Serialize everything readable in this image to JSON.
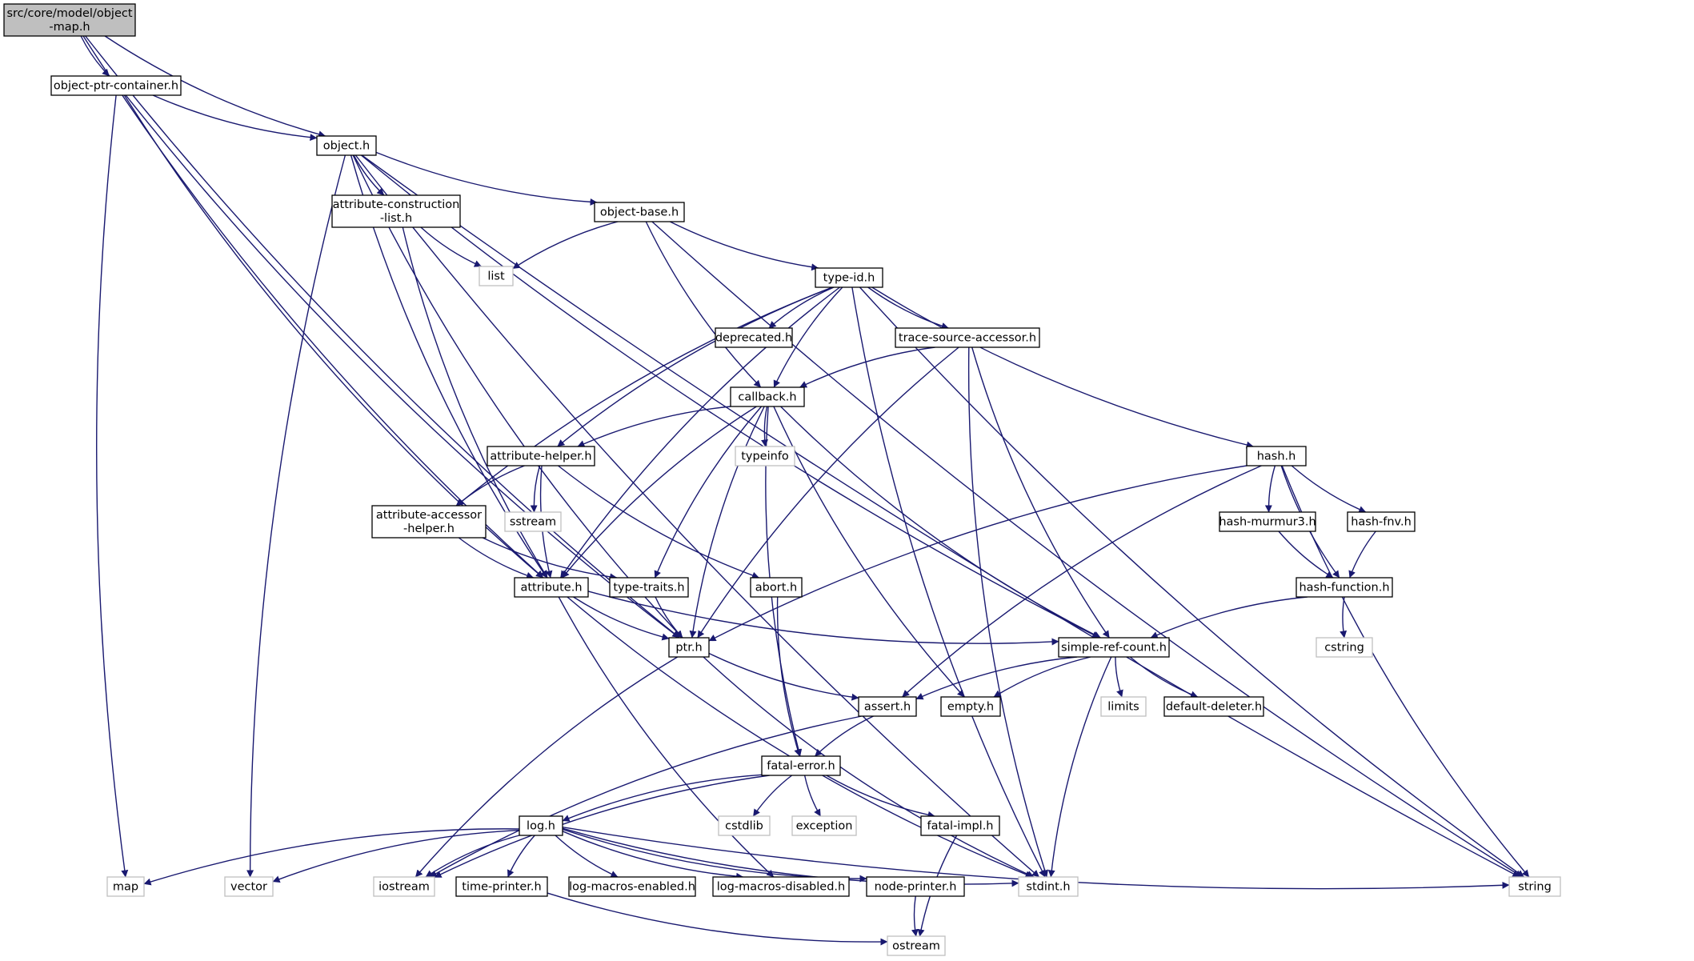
{
  "nodes": [
    {
      "id": "object_map",
      "lines": [
        "src/core/model/object",
        "-map.h"
      ],
      "kind": "header"
    },
    {
      "id": "object_ptr_container",
      "lines": [
        "object-ptr-container.h"
      ],
      "kind": "local"
    },
    {
      "id": "object",
      "lines": [
        "object.h"
      ],
      "kind": "local"
    },
    {
      "id": "attr_construction_list",
      "lines": [
        "attribute-construction",
        "-list.h"
      ],
      "kind": "local"
    },
    {
      "id": "object_base",
      "lines": [
        "object-base.h"
      ],
      "kind": "local"
    },
    {
      "id": "list",
      "lines": [
        "list"
      ],
      "kind": "system"
    },
    {
      "id": "type_id",
      "lines": [
        "type-id.h"
      ],
      "kind": "local"
    },
    {
      "id": "deprecated",
      "lines": [
        "deprecated.h"
      ],
      "kind": "local"
    },
    {
      "id": "trace_source_accessor",
      "lines": [
        "trace-source-accessor.h"
      ],
      "kind": "local"
    },
    {
      "id": "callback",
      "lines": [
        "callback.h"
      ],
      "kind": "local"
    },
    {
      "id": "typeinfo",
      "lines": [
        "typeinfo"
      ],
      "kind": "system"
    },
    {
      "id": "attribute_helper",
      "lines": [
        "attribute-helper.h"
      ],
      "kind": "local"
    },
    {
      "id": "sstream",
      "lines": [
        "sstream"
      ],
      "kind": "system"
    },
    {
      "id": "attribute_accessor_helper",
      "lines": [
        "attribute-accessor",
        "-helper.h"
      ],
      "kind": "local"
    },
    {
      "id": "attribute",
      "lines": [
        "attribute.h"
      ],
      "kind": "local"
    },
    {
      "id": "type_traits",
      "lines": [
        "type-traits.h"
      ],
      "kind": "local"
    },
    {
      "id": "abort",
      "lines": [
        "abort.h"
      ],
      "kind": "local"
    },
    {
      "id": "hash",
      "lines": [
        "hash.h"
      ],
      "kind": "local"
    },
    {
      "id": "hash_murmur3",
      "lines": [
        "hash-murmur3.h"
      ],
      "kind": "local"
    },
    {
      "id": "hash_fnv",
      "lines": [
        "hash-fnv.h"
      ],
      "kind": "local"
    },
    {
      "id": "hash_function",
      "lines": [
        "hash-function.h"
      ],
      "kind": "local"
    },
    {
      "id": "cstring",
      "lines": [
        "cstring"
      ],
      "kind": "system"
    },
    {
      "id": "ptr",
      "lines": [
        "ptr.h"
      ],
      "kind": "local"
    },
    {
      "id": "simple_ref_count",
      "lines": [
        "simple-ref-count.h"
      ],
      "kind": "local"
    },
    {
      "id": "assert",
      "lines": [
        "assert.h"
      ],
      "kind": "local"
    },
    {
      "id": "empty",
      "lines": [
        "empty.h"
      ],
      "kind": "local"
    },
    {
      "id": "limits",
      "lines": [
        "limits"
      ],
      "kind": "system"
    },
    {
      "id": "default_deleter",
      "lines": [
        "default-deleter.h"
      ],
      "kind": "local"
    },
    {
      "id": "fatal_error",
      "lines": [
        "fatal-error.h"
      ],
      "kind": "local"
    },
    {
      "id": "cstdlib",
      "lines": [
        "cstdlib"
      ],
      "kind": "system"
    },
    {
      "id": "exception",
      "lines": [
        "exception"
      ],
      "kind": "system"
    },
    {
      "id": "fatal_impl",
      "lines": [
        "fatal-impl.h"
      ],
      "kind": "local"
    },
    {
      "id": "log",
      "lines": [
        "log.h"
      ],
      "kind": "local"
    },
    {
      "id": "map",
      "lines": [
        "map"
      ],
      "kind": "system"
    },
    {
      "id": "vector",
      "lines": [
        "vector"
      ],
      "kind": "system"
    },
    {
      "id": "iostream",
      "lines": [
        "iostream"
      ],
      "kind": "system"
    },
    {
      "id": "time_printer",
      "lines": [
        "time-printer.h"
      ],
      "kind": "local"
    },
    {
      "id": "log_macros_enabled",
      "lines": [
        "log-macros-enabled.h"
      ],
      "kind": "local"
    },
    {
      "id": "log_macros_disabled",
      "lines": [
        "log-macros-disabled.h"
      ],
      "kind": "local"
    },
    {
      "id": "node_printer",
      "lines": [
        "node-printer.h"
      ],
      "kind": "local"
    },
    {
      "id": "stdint",
      "lines": [
        "stdint.h"
      ],
      "kind": "system"
    },
    {
      "id": "string",
      "lines": [
        "string"
      ],
      "kind": "system"
    },
    {
      "id": "ostream",
      "lines": [
        "ostream"
      ],
      "kind": "system"
    }
  ],
  "edges": [
    [
      "object_map",
      "object_ptr_container"
    ],
    [
      "object_map",
      "object"
    ],
    [
      "object_map",
      "attribute"
    ],
    [
      "object_map",
      "ptr"
    ],
    [
      "object_ptr_container",
      "object"
    ],
    [
      "object_ptr_container",
      "map"
    ],
    [
      "object_ptr_container",
      "attribute"
    ],
    [
      "object_ptr_container",
      "ptr"
    ],
    [
      "object",
      "attr_construction_list"
    ],
    [
      "object",
      "object_base"
    ],
    [
      "object",
      "attribute"
    ],
    [
      "object",
      "ptr"
    ],
    [
      "object",
      "vector"
    ],
    [
      "object",
      "simple_ref_count"
    ],
    [
      "object",
      "stdint"
    ],
    [
      "object",
      "string"
    ],
    [
      "attr_construction_list",
      "list"
    ],
    [
      "attr_construction_list",
      "attribute"
    ],
    [
      "object_base",
      "list"
    ],
    [
      "object_base",
      "type_id"
    ],
    [
      "object_base",
      "callback"
    ],
    [
      "object_base",
      "string"
    ],
    [
      "type_id",
      "deprecated"
    ],
    [
      "type_id",
      "trace_source_accessor"
    ],
    [
      "type_id",
      "callback"
    ],
    [
      "type_id",
      "attribute_helper"
    ],
    [
      "type_id",
      "attribute_accessor_helper"
    ],
    [
      "type_id",
      "attribute"
    ],
    [
      "type_id",
      "hash"
    ],
    [
      "type_id",
      "stdint"
    ],
    [
      "type_id",
      "string"
    ],
    [
      "trace_source_accessor",
      "callback"
    ],
    [
      "trace_source_accessor",
      "ptr"
    ],
    [
      "trace_source_accessor",
      "simple_ref_count"
    ],
    [
      "trace_source_accessor",
      "stdint"
    ],
    [
      "callback",
      "typeinfo"
    ],
    [
      "callback",
      "attribute_helper"
    ],
    [
      "callback",
      "attribute"
    ],
    [
      "callback",
      "type_traits"
    ],
    [
      "callback",
      "ptr"
    ],
    [
      "callback",
      "simple_ref_count"
    ],
    [
      "callback",
      "empty"
    ],
    [
      "callback",
      "fatal_error"
    ],
    [
      "attribute_helper",
      "sstream"
    ],
    [
      "attribute_helper",
      "attribute_accessor_helper"
    ],
    [
      "attribute_helper",
      "attribute"
    ],
    [
      "attribute_helper",
      "abort"
    ],
    [
      "attribute_accessor_helper",
      "attribute"
    ],
    [
      "attribute_accessor_helper",
      "type_traits"
    ],
    [
      "attribute",
      "ptr"
    ],
    [
      "attribute",
      "simple_ref_count"
    ],
    [
      "attribute",
      "stdint"
    ],
    [
      "attribute",
      "log_macros_disabled"
    ],
    [
      "type_traits",
      "ptr"
    ],
    [
      "abort",
      "fatal_error"
    ],
    [
      "hash",
      "hash_murmur3"
    ],
    [
      "hash",
      "hash_fnv"
    ],
    [
      "hash",
      "hash_function"
    ],
    [
      "hash",
      "ptr"
    ],
    [
      "hash",
      "assert"
    ],
    [
      "hash",
      "string"
    ],
    [
      "hash_murmur3",
      "hash_function"
    ],
    [
      "hash_fnv",
      "hash_function"
    ],
    [
      "hash_function",
      "cstring"
    ],
    [
      "hash_function",
      "simple_ref_count"
    ],
    [
      "ptr",
      "assert"
    ],
    [
      "ptr",
      "iostream"
    ],
    [
      "ptr",
      "stdint"
    ],
    [
      "simple_ref_count",
      "assert"
    ],
    [
      "simple_ref_count",
      "empty"
    ],
    [
      "simple_ref_count",
      "limits"
    ],
    [
      "simple_ref_count",
      "default_deleter"
    ],
    [
      "simple_ref_count",
      "stdint"
    ],
    [
      "assert",
      "fatal_error"
    ],
    [
      "assert",
      "iostream"
    ],
    [
      "fatal_error",
      "cstdlib"
    ],
    [
      "fatal_error",
      "exception"
    ],
    [
      "fatal_error",
      "fatal_impl"
    ],
    [
      "fatal_error",
      "log"
    ],
    [
      "fatal_error",
      "iostream"
    ],
    [
      "fatal_impl",
      "ostream"
    ],
    [
      "log",
      "map"
    ],
    [
      "log",
      "vector"
    ],
    [
      "log",
      "iostream"
    ],
    [
      "log",
      "time_printer"
    ],
    [
      "log",
      "log_macros_enabled"
    ],
    [
      "log",
      "log_macros_disabled"
    ],
    [
      "log",
      "node_printer"
    ],
    [
      "log",
      "stdint"
    ],
    [
      "log",
      "string"
    ],
    [
      "time_printer",
      "ostream"
    ],
    [
      "node_printer",
      "ostream"
    ]
  ]
}
